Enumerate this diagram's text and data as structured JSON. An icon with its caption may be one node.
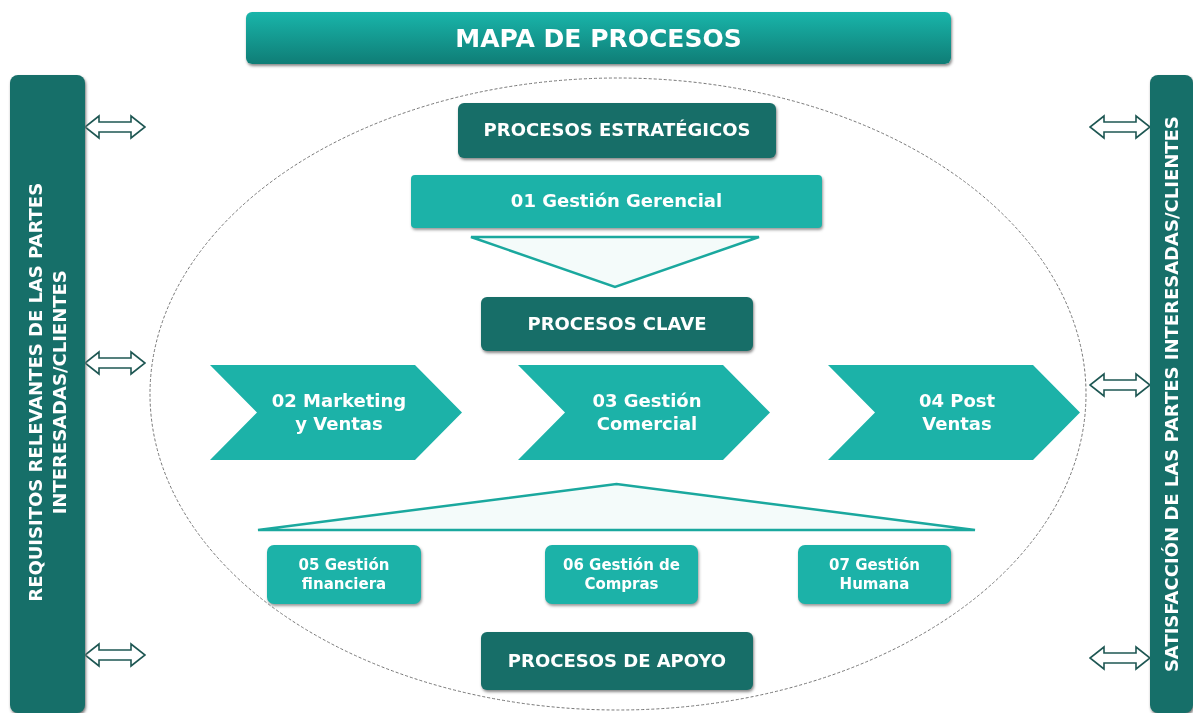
{
  "diagram": {
    "title": "MAPA DE PROCESOS",
    "nodes": [
      {
        "text": [
          "REQUISITOS RELEVANTES DE LAS PARTES INTERESADAS/CLIENTES"
        ]
      },
      {
        "text": [
          "SATISFACCIÓN DE LAS PARTES INTERESADAS/CLIENTES"
        ]
      },
      {
        "text": [],
        "shape": "ellipse"
      },
      {
        "text": [
          "PROCESOS ESTRATÉGICOS"
        ],
        "in": 2
      },
      {
        "text": [
          "01 Gestión Gerencial"
        ],
        "in": 2
      },
      {
        "text": [],
        "shape": "triangle",
        "in": 2
      },
      {
        "text": [
          "PROCESOS CLAVE"
        ],
        "in": 2
      },
      {
        "text": [
          "02 Marketing y Ventas"
        ],
        "in": 2
      },
      {
        "text": [
          "03 Gestión Comercial"
        ],
        "in": 2
      },
      {
        "text": [
          "04 Post Ventas"
        ],
        "in": 2
      },
      {
        "text": [],
        "shape": "triangle",
        "in": 2
      },
      {
        "text": [
          "05 Gestión financiera"
        ],
        "in": 2
      },
      {
        "text": [
          "06 Gestión de Compras"
        ],
        "in": 2
      },
      {
        "text": [
          "07 Gestión Humana"
        ],
        "in": 2
      },
      {
        "text": [
          "PROCESOS DE APOYO"
        ],
        "in": 2
      }
    ],
    "edges": [
      {
        "from": 0,
        "to": null,
        "arrow": "both"
      },
      {
        "from": 0,
        "to": null,
        "arrow": "both"
      },
      {
        "from": 0,
        "to": null,
        "arrow": "both"
      },
      {
        "from": null,
        "to": 1,
        "arrow": "both"
      },
      {
        "from": null,
        "to": 1,
        "arrow": "both"
      },
      {
        "from": null,
        "to": 1,
        "arrow": "both"
      }
    ]
  }
}
